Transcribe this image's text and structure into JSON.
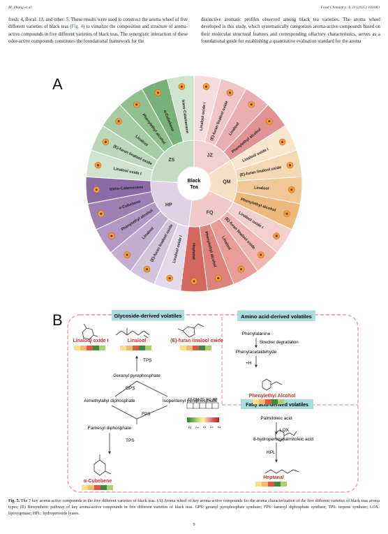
{
  "header": {
    "authors": "M. Zhang et al.",
    "journal": "Food Chemistry: X 31 (2025) 103083"
  },
  "body": {
    "left_pre": "fresh: 4, floral: 13, and other: 5. These results were used to construct the aroma wheel of five different varieties of black teas (",
    "left_ref": "Fig. 4",
    "left_post": ") to visualize the composition and structure of aroma-active compounds in five different varieties of black teas. The synergistic interaction of these odor-active compounds constitutes the foundational framework for the",
    "right": "distinctive aromatic profiles observed among black tea varieties. The aroma wheel developed in this study, which systematically categorizes aroma-active compounds based on their molecular structural features and corresponding olfactory characteristics, serves as a foundational guide for establishing a quantitative evaluation standard for the aroma"
  },
  "figA": {
    "label": "A",
    "center": [
      "Black",
      "Tea"
    ],
    "sectors": [
      {
        "code": "ZS",
        "color": "#c4dcc2",
        "outer": [
          "#cfe4cd",
          "#bcd8ba",
          "#a7cca5",
          "#8fbf8e",
          "#78b07a"
        ],
        "compounds": [
          "Linalool oxide I",
          "(E)-furan linalool oxide",
          "Linalool",
          "Phenylethyl alcohol",
          "α-Cubebene",
          "trans-Calamenene"
        ]
      },
      {
        "code": "JZ",
        "color": "#f2cfd0",
        "outer": [
          "#f6dcdc",
          "#efc5c6",
          "#e8aeb0",
          "#e09395"
        ],
        "compounds": [
          "Linalool oxide I",
          "(E)-furan linalool oxide",
          "Linalool",
          "Phenylethyl alcohol"
        ]
      },
      {
        "code": "QM",
        "color": "#f6dfc4",
        "outer": [
          "#f8e6cf",
          "#f4d7b3",
          "#f0c897",
          "#ebb97c"
        ],
        "compounds": [
          "Linalool oxide I",
          "(E)-furan linalool oxide",
          "Linalool",
          "Phenylethyl alcohol"
        ]
      },
      {
        "code": "FQ",
        "color": "#f1c9c6",
        "outer": [
          "#f3d0cd",
          "#eeb7b3",
          "#e79d97",
          "#df827b",
          "#d5675f"
        ],
        "compounds": [
          "Linalool oxide I",
          "(E)-furan linalool oxide",
          "Linalool",
          "Phenylethyl alcohol",
          "Heptanal"
        ]
      },
      {
        "code": "HP",
        "color": "#ddd1e3",
        "outer": [
          "#e3d9e9",
          "#d3c4dc",
          "#c3aecf",
          "#b197c2",
          "#9e80b3",
          "#8c6aa5"
        ],
        "compounds": [
          "Linalool oxide I",
          "(E)-furan linalool oxide",
          "Linalool",
          "Phenylethyl alcohol",
          "α-Cubebene",
          "trans-Calamenene"
        ]
      }
    ]
  },
  "figB": {
    "label": "B",
    "glyco_title": "Glycoside-derived volatiles",
    "amino_title": "Amino acid-derived volatiles",
    "fatty_title": "Fatty acid-derived volatiles",
    "red": {
      "linalool_oxide": "Linalool oxide I",
      "linalool": "Linalool",
      "furan": "(E)-furan linalool oxide",
      "cubebene": "α-Cubebene",
      "phenyl": "Phenylethyl Alcohol",
      "heptanal": "Heptanal"
    },
    "glyco": {
      "tps1": "TPS",
      "geranyl": "Geranyl pyrophosphate",
      "gps": "GPS",
      "dmapp": "Aimethylallyl diphosphate",
      "ipp": "Isopentenyl pyrophosphate",
      "fps": "FPS",
      "farnesyl": "Farnesyl diphosphate",
      "tps2": "TPS"
    },
    "amino": {
      "phe": "Phenylalanine",
      "strecker": "Strecker degradation",
      "phenylacet": "Phenylacetaldehyde",
      "h": "+H"
    },
    "fatty": {
      "palm": "Palmitoleic acid",
      "lox": "LOX",
      "hydro": "8-hydroperoxypalmitoleic acid",
      "hpl": "HPL"
    },
    "legend": {
      "cols": [
        "ZY",
        "QM",
        "ZS",
        "FQ",
        "HP"
      ],
      "ticks": [
        "-2",
        "-1",
        "0",
        "1",
        "2"
      ]
    }
  },
  "caption": {
    "label": "Fig. 5.",
    "text": " The 7 key aroma-active compounds in the five different varieties of black teas. (A) Aroma wheel of key aroma-active compounds for the aroma characterization of the five different varieties of black teas aroma types; (B) Biosynthetic pathway of key aroma-active compounds in five different varieties of black teas. GPS: geranyl pyrophosphate synthase; FPS: farnesyl diphosphate synthase; TPS: terpene synthase; LOX: lipoxygenase; HPL: hydroperoxide lyases."
  },
  "page_number": "9"
}
